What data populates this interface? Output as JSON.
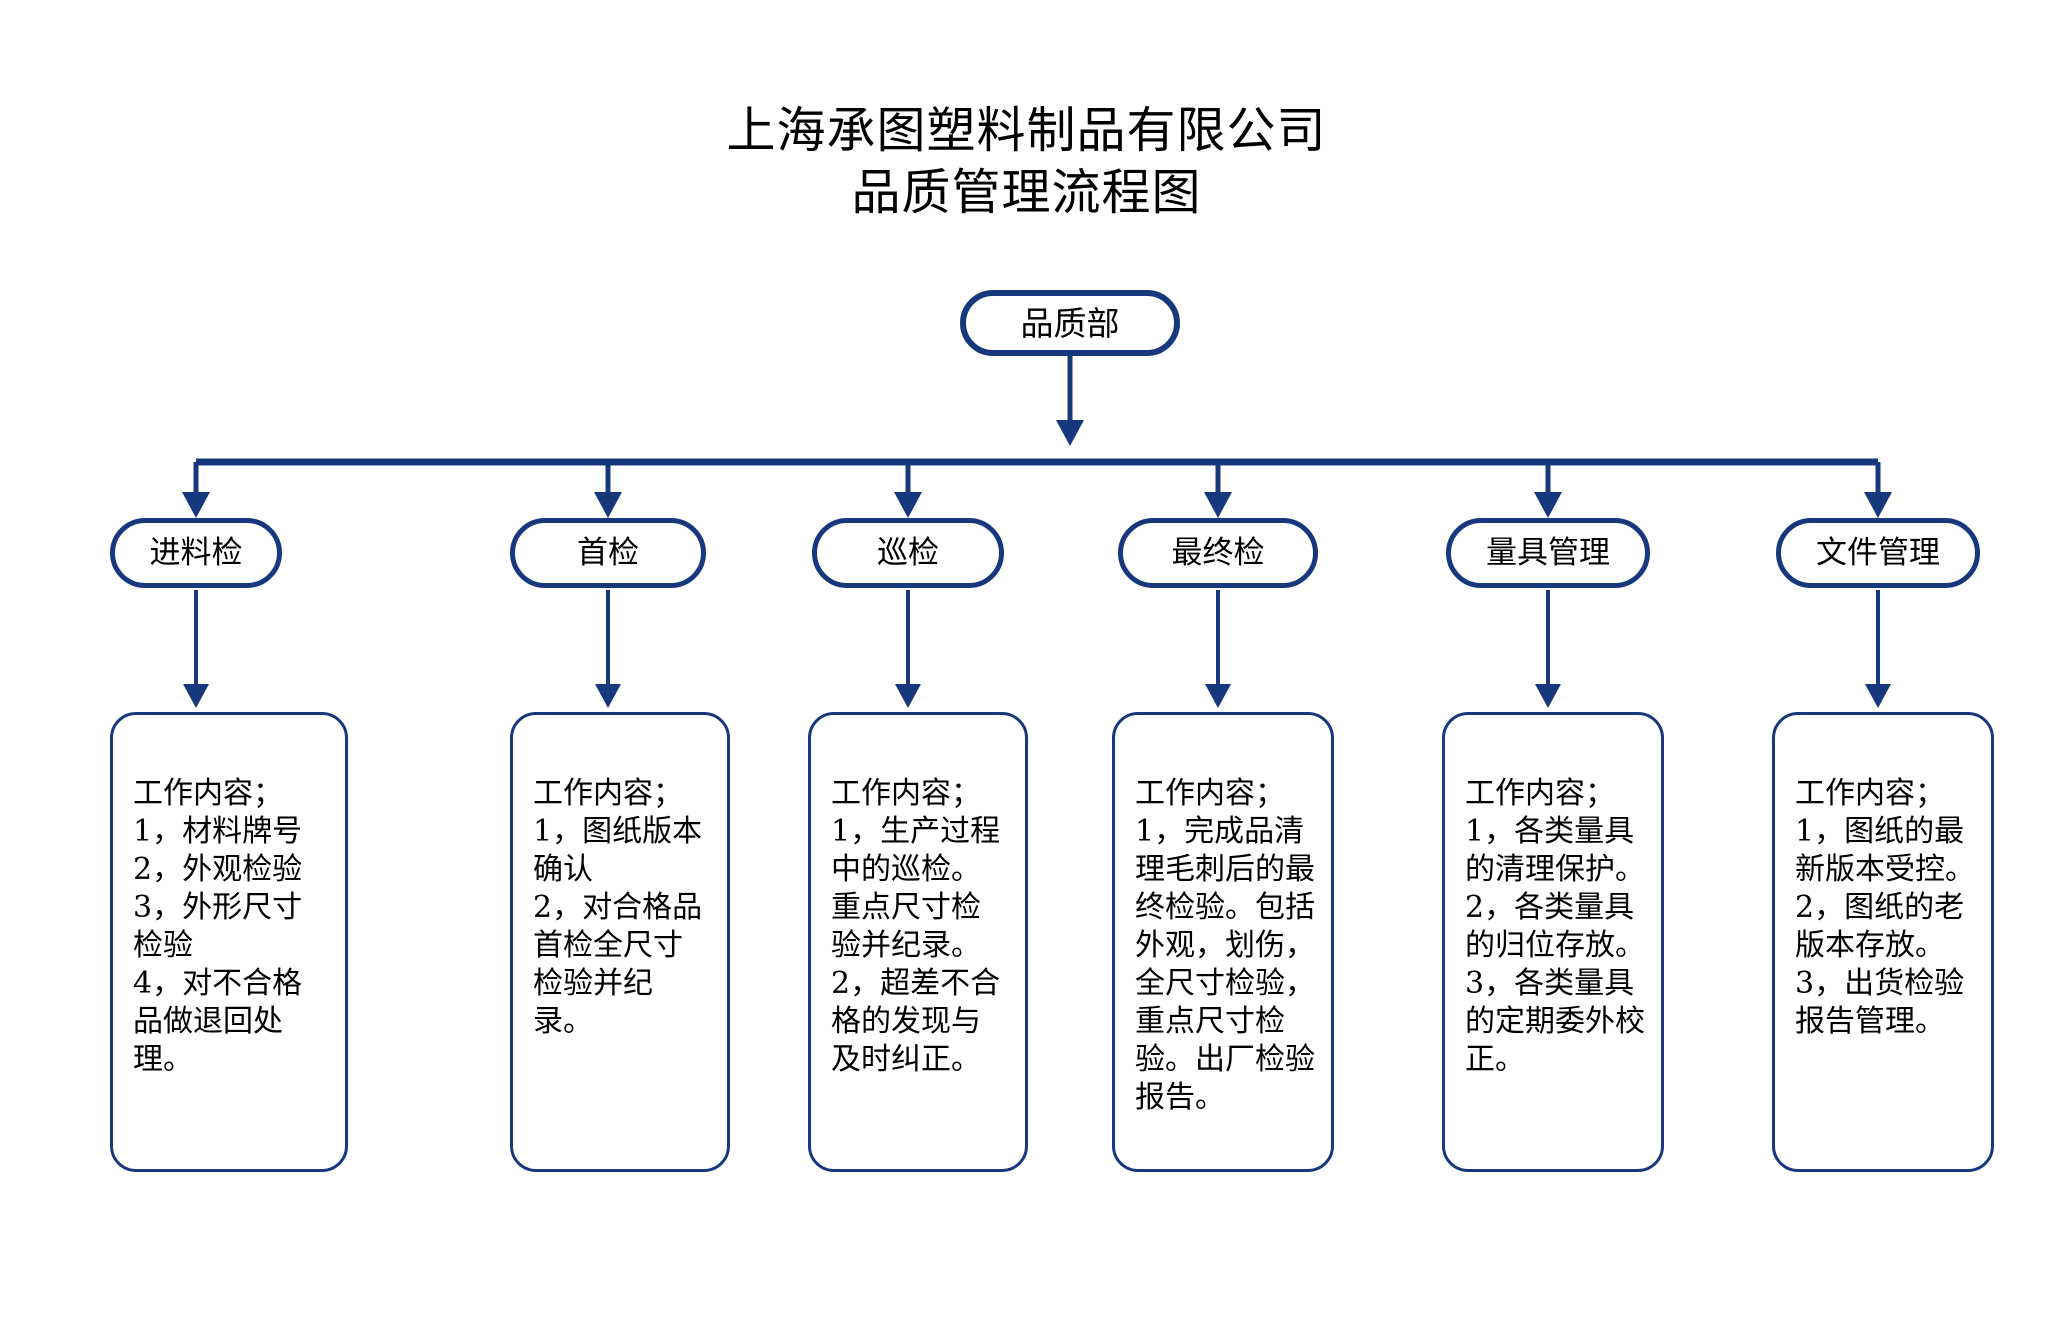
{
  "page": {
    "background": "#ffffff",
    "accent_color": "#17387d",
    "text_color": "#000000"
  },
  "title": {
    "line1": "上海承图塑料制品有限公司",
    "line2": "品质管理流程图"
  },
  "root_node": {
    "label": "品质部"
  },
  "branches": [
    {
      "label": "进料检",
      "content": "工作内容；\n1，材料牌号\n2，外观检验\n3，外形尺寸检验\n4，对不合格品做退回处理。"
    },
    {
      "label": "首检",
      "content": "工作内容；\n1，图纸版本确认\n2，对合格品首检全尺寸检验并纪录。"
    },
    {
      "label": "巡检",
      "content": "工作内容；\n1，生产过程中的巡检。重点尺寸检验并纪录。\n2，超差不合格的发现与及时纠正。"
    },
    {
      "label": "最终检",
      "content": "工作内容；\n1，完成品清理毛刺后的最终检验。包括外观，划伤，全尺寸检验，重点尺寸检验。出厂检验报告。"
    },
    {
      "label": "量具管理",
      "content": "工作内容；\n1，各类量具的清理保护。\n2，各类量具的归位存放。\n3，各类量具的定期委外校正。"
    },
    {
      "label": "文件管理",
      "content": "工作内容；\n1，图纸的最新版本受控。\n2，图纸的老版本存放。\n3，出货检验报告管理。"
    }
  ]
}
